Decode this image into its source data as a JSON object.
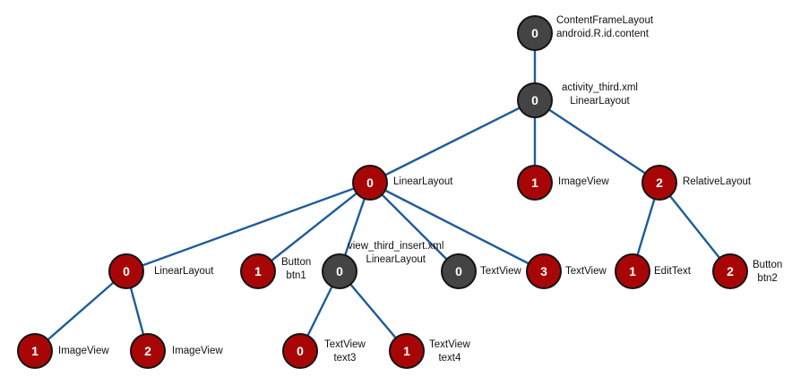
{
  "nodes": {
    "content": {
      "index": "0",
      "line1": "ContentFrameLayout",
      "line2": "android.R.id.content"
    },
    "activity": {
      "index": "0",
      "line1": "activity_third.xml",
      "line2": "LinearLayout"
    },
    "linear_top": {
      "index": "0",
      "line1": "LinearLayout"
    },
    "image_top": {
      "index": "1",
      "line1": "ImageView"
    },
    "relative": {
      "index": "2",
      "line1": "RelativeLayout"
    },
    "linear_inner": {
      "index": "0",
      "line1": "LinearLayout"
    },
    "button1": {
      "index": "1",
      "line1": "Button",
      "line2": "btn1"
    },
    "insert": {
      "index": "0",
      "line1": "view_third_insert.xml",
      "line2": "LinearLayout"
    },
    "textview_gray": {
      "index": "0",
      "line1": "TextView"
    },
    "textview_red": {
      "index": "3",
      "line1": "TextView"
    },
    "edittext": {
      "index": "1",
      "line1": "EditText"
    },
    "button2": {
      "index": "2",
      "line1": "Button",
      "line2": "btn2"
    },
    "image_a": {
      "index": "1",
      "line1": "ImageView"
    },
    "image_b": {
      "index": "2",
      "line1": "ImageView"
    },
    "text3": {
      "index": "0",
      "line1": "TextView",
      "line2": "text3"
    },
    "text4": {
      "index": "1",
      "line1": "TextView",
      "line2": "text4"
    }
  }
}
